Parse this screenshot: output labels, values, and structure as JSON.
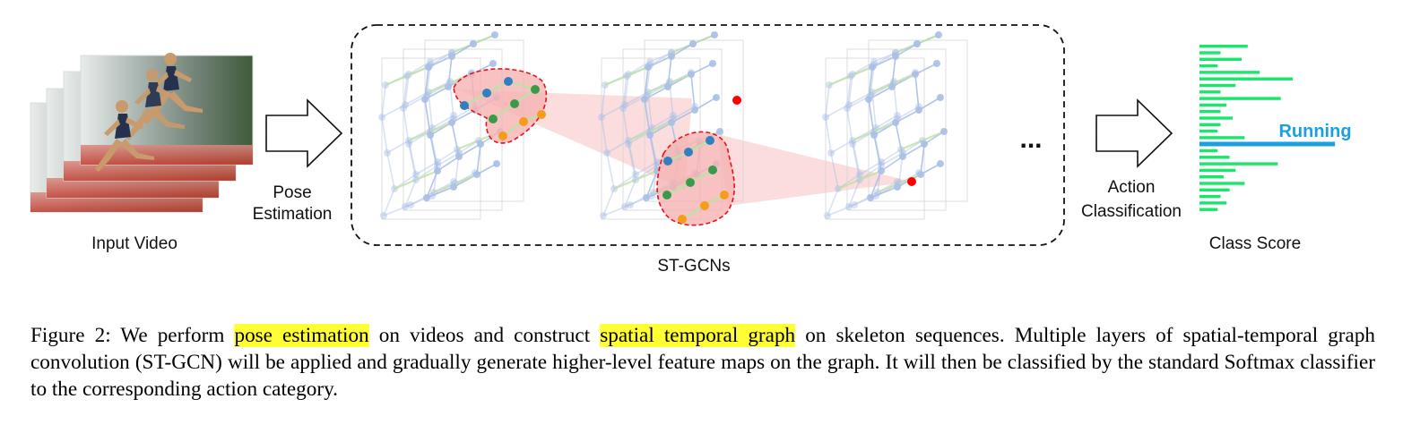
{
  "labels": {
    "input_video": "Input Video",
    "pose_line1": "Pose",
    "pose_line2": "Estimation",
    "stgcn": "ST-GCNs",
    "ellipsis": "...",
    "action_line1": "Action",
    "action_line2": "Classification",
    "class_score": "Class Score",
    "running": "Running"
  },
  "class_scores": [
    0.32,
    0.14,
    0.28,
    0.12,
    0.4,
    0.62,
    0.24,
    0.14,
    0.54,
    0.18,
    0.14,
    0.22,
    0.14,
    0.12,
    0.3,
    0.9,
    0.12,
    0.2,
    0.52,
    0.24,
    0.16,
    0.3,
    0.2,
    0.14,
    0.18,
    0.12
  ],
  "highlight_index": 15,
  "colors": {
    "bar": "#19e66a",
    "highlight_bar": "#1a9fe0",
    "skeleton": "#a9bfe6",
    "temporal_edge": "#bfe0a6",
    "region_stroke": "#e8101a",
    "region_fill": "#f6b3b3",
    "joint_blue": "#2f7fc1",
    "joint_green": "#3a9a4a",
    "joint_orange": "#f59c1a",
    "joint_red": "#ff0000",
    "caption_highlight": "#ffff33"
  },
  "caption": {
    "part1": "Figure 2:  We perform ",
    "hl1": "pose estimation",
    "part2": " on videos and construct ",
    "hl2": "spatial temporal graph",
    "part3": " on skeleton sequences. Multiple layers of spatial-temporal graph convolution (ST-GCN) will be applied and gradually generate higher-level feature maps on the graph. It will then be classified by the standard Softmax classifier to the corresponding action category."
  }
}
